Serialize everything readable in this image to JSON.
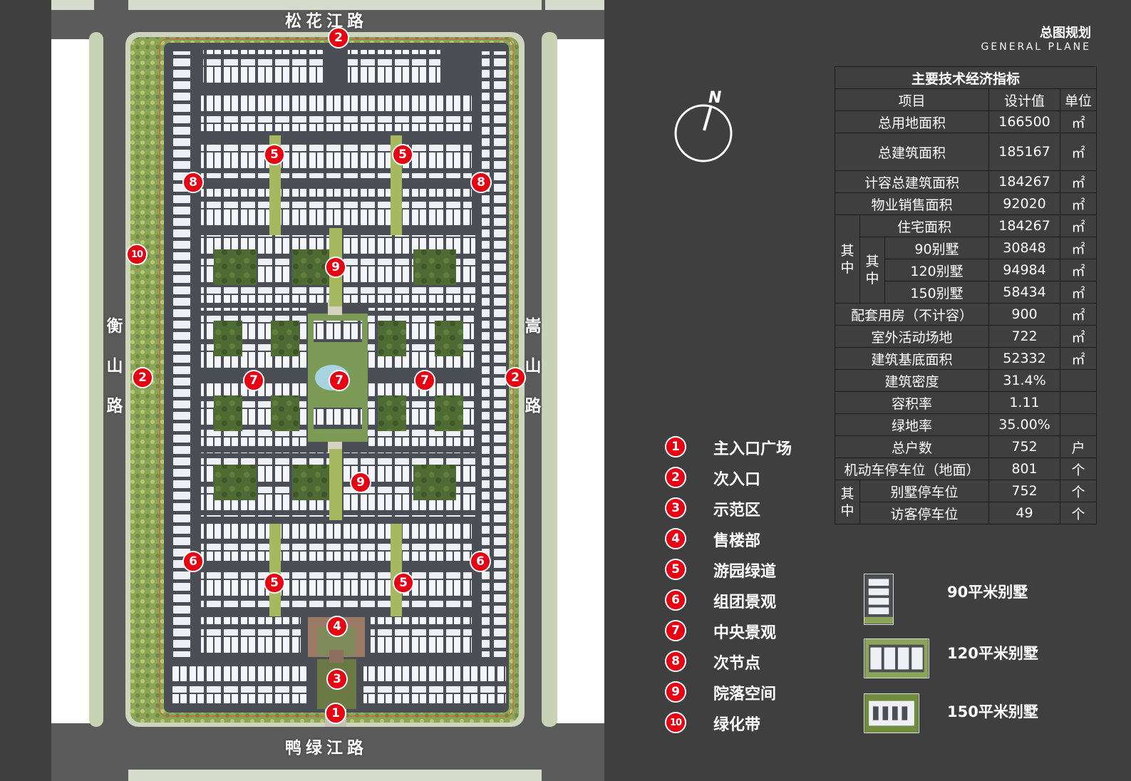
{
  "map": {
    "roads": {
      "top": "松花江路",
      "bottom": "鸭绿江路",
      "left": "衡山路",
      "right": "嵩山路"
    },
    "compass_label": "N",
    "markers": [
      {
        "id": "top-entrance",
        "label": "2"
      },
      {
        "id": "left-entrance",
        "label": "2"
      },
      {
        "id": "right-entrance",
        "label": "2"
      },
      {
        "id": "main-entrance",
        "label": "1"
      },
      {
        "id": "demo-area",
        "label": "3"
      },
      {
        "id": "sales-office",
        "label": "4"
      },
      {
        "id": "path-nw",
        "label": "5"
      },
      {
        "id": "path-ne",
        "label": "5"
      },
      {
        "id": "path-sw",
        "label": "5"
      },
      {
        "id": "path-se",
        "label": "5"
      },
      {
        "id": "group-sw",
        "label": "6"
      },
      {
        "id": "group-se",
        "label": "6"
      },
      {
        "id": "central-w",
        "label": "7"
      },
      {
        "id": "central-c",
        "label": "7"
      },
      {
        "id": "central-e",
        "label": "7"
      },
      {
        "id": "node-w",
        "label": "8"
      },
      {
        "id": "node-e",
        "label": "8"
      },
      {
        "id": "court-n",
        "label": "9"
      },
      {
        "id": "court-s",
        "label": "9"
      },
      {
        "id": "green-belt",
        "label": "10"
      }
    ]
  },
  "title": {
    "cn": "总图规划",
    "en": "GENERAL PLANE"
  },
  "table": {
    "title": "主要技术经济指标",
    "headers": [
      "项目",
      "设计值",
      "单位"
    ],
    "rows": [
      {
        "item": "总用地面积",
        "value": "166500",
        "unit": "㎡"
      },
      {
        "item": "总建筑面积",
        "value": "185167",
        "unit": "㎡"
      },
      {
        "item": "计容总建筑面积",
        "value": "184267",
        "unit": "㎡"
      },
      {
        "item": "物业销售面积",
        "value": "92020",
        "unit": "㎡"
      },
      {
        "item": "住宅面积",
        "value": "184267",
        "unit": "㎡"
      },
      {
        "item": "90别墅",
        "value": "30848",
        "unit": "㎡"
      },
      {
        "item": "120别墅",
        "value": "94984",
        "unit": "㎡"
      },
      {
        "item": "150别墅",
        "value": "58434",
        "unit": "㎡"
      },
      {
        "item": "配套用房（不计容）",
        "value": "900",
        "unit": "㎡"
      },
      {
        "item": "室外活动场地",
        "value": "722",
        "unit": "㎡"
      },
      {
        "item": "建筑基底面积",
        "value": "52332",
        "unit": "㎡"
      },
      {
        "item": "建筑密度",
        "value": "31.4%",
        "unit": ""
      },
      {
        "item": "容积率",
        "value": "1.11",
        "unit": ""
      },
      {
        "item": "绿地率",
        "value": "35.00%",
        "unit": ""
      },
      {
        "item": "总户数",
        "value": "752",
        "unit": "户"
      },
      {
        "item": "机动车停车位（地面）",
        "value": "801",
        "unit": "个"
      },
      {
        "item": "别墅停车位",
        "value": "752",
        "unit": "个"
      },
      {
        "item": "访客停车位",
        "value": "49",
        "unit": "个"
      }
    ],
    "group_label": "其中"
  },
  "legend": [
    {
      "num": "1",
      "label": "主入口广场"
    },
    {
      "num": "2",
      "label": "次入口"
    },
    {
      "num": "3",
      "label": "示范区"
    },
    {
      "num": "4",
      "label": "售楼部"
    },
    {
      "num": "5",
      "label": "游园绿道"
    },
    {
      "num": "6",
      "label": "组团景观"
    },
    {
      "num": "7",
      "label": "中央景观"
    },
    {
      "num": "8",
      "label": "次节点"
    },
    {
      "num": "9",
      "label": "院落空间"
    },
    {
      "num": "10",
      "label": "绿化带"
    }
  ],
  "types": [
    {
      "label": "90平米别墅"
    },
    {
      "label": "120平米别墅"
    },
    {
      "label": "150平米别墅"
    }
  ],
  "colors": {
    "marker": "#e60012",
    "background": "#3f3f3f",
    "road": "#5a5a5a",
    "green": "#7d9a4e"
  }
}
